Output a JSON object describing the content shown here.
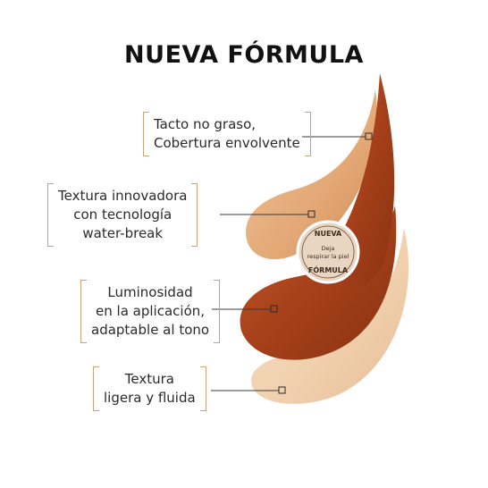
{
  "title": "NUEVA FÓRMULA",
  "callouts": [
    {
      "lines": [
        "Tacto no graso,",
        "Cobertura envolvente"
      ]
    },
    {
      "lines": [
        "Textura innovadora",
        "con tecnología",
        "water-break"
      ]
    },
    {
      "lines": [
        "Luminosidad",
        "en la aplicación,",
        "adaptable al tono"
      ]
    },
    {
      "lines": [
        "Textura",
        "ligera y fluida"
      ]
    }
  ],
  "badge": {
    "top_text": "NUEVA",
    "middle_line1": "Deja",
    "middle_line2": "respirar la piel",
    "bottom_text": "FÓRMULA"
  },
  "colors": {
    "dark_swatch": "#a8421a",
    "mid_swatch": "#e5ad7e",
    "light_swatch": "#f1d2b0",
    "bracket": "#c9a37a"
  }
}
